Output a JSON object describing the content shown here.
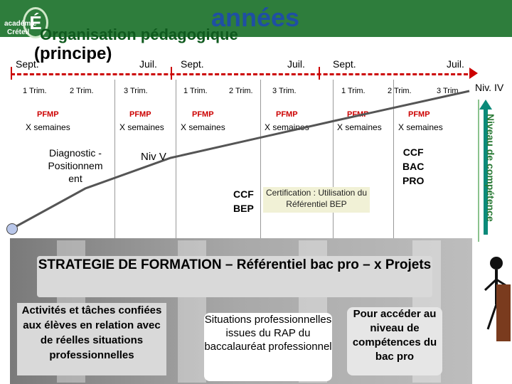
{
  "logo": {
    "line1": "académie",
    "line2": "Créteil",
    "mark": "É"
  },
  "title": {
    "main": "années",
    "org": "Organisation pédagogique",
    "principe": "(principe)"
  },
  "timeline": {
    "months": [
      "Sept.",
      "Juil.",
      "Sept.",
      "Juil.",
      "Sept.",
      "Juil."
    ],
    "trims": [
      "1 Trim.",
      "2 Trim.",
      "3 Trim.",
      "1 Trim.",
      "2 Trim.",
      "3 Trim.",
      "1 Trim.",
      "2 Trim.",
      "3 Trim."
    ],
    "niv4": "Niv. IV"
  },
  "pfmp": {
    "label": "PFMP",
    "weeks": "X semaines"
  },
  "diagnostic": "Diagnostic - Positionnem ent",
  "niv5": "Niv V",
  "ccf_bep": [
    "CCF",
    "BEP"
  ],
  "certification": "Certification : Utilisation du Référentiel BEP",
  "ccf_bac": [
    "CCF",
    "BAC",
    "PRO"
  ],
  "right_label": "Niveau de compétence",
  "strategy": "STRATEGIE DE FORMATION – Référentiel bac pro – x Projets",
  "box1": "Activités et tâches confiées aux élèves en relation avec de réelles situations professionnelles",
  "box2": "Situations professionnelles issues du RAP du baccalauréat professionnel",
  "box3": "Pour accéder au niveau de compétences du bac pro",
  "colors": {
    "header": "#2e7d3c",
    "timeline": "#cc0000",
    "pfmp": "#cc0000",
    "arrow": "#0b8a7a"
  }
}
